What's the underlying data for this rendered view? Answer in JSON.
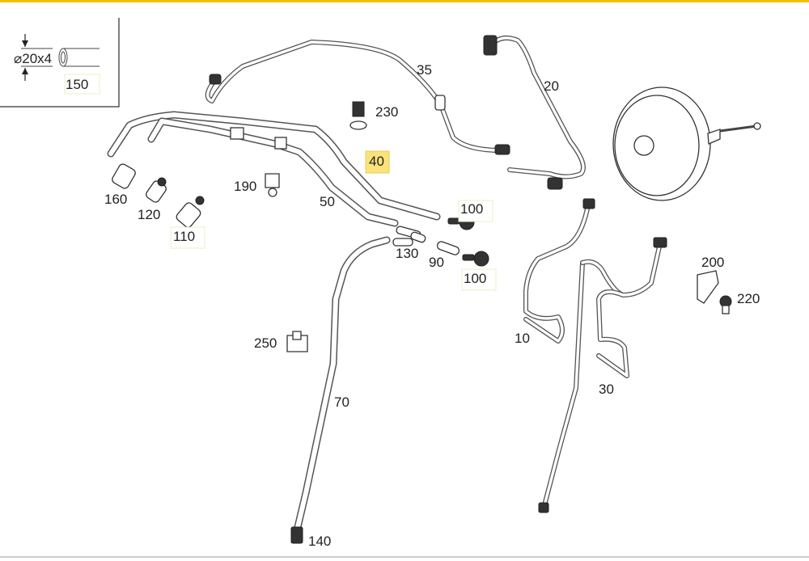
{
  "inset": {
    "dimension": "⌀20x4",
    "part": "150"
  },
  "labels": {
    "p35": "35",
    "p20": "20",
    "p230": "230",
    "p40": "40",
    "p190": "190",
    "p50": "50",
    "p160": "160",
    "p120": "120",
    "p110": "110",
    "p100a": "100",
    "p130": "130",
    "p90": "90",
    "p100b": "100",
    "p200": "200",
    "p220": "220",
    "p10": "10",
    "p250": "250",
    "p30": "30",
    "p70": "70",
    "p140": "140"
  },
  "highlighted_part": "40",
  "colors": {
    "highlight": "#fbe27a",
    "top_border": "#f2c200"
  }
}
